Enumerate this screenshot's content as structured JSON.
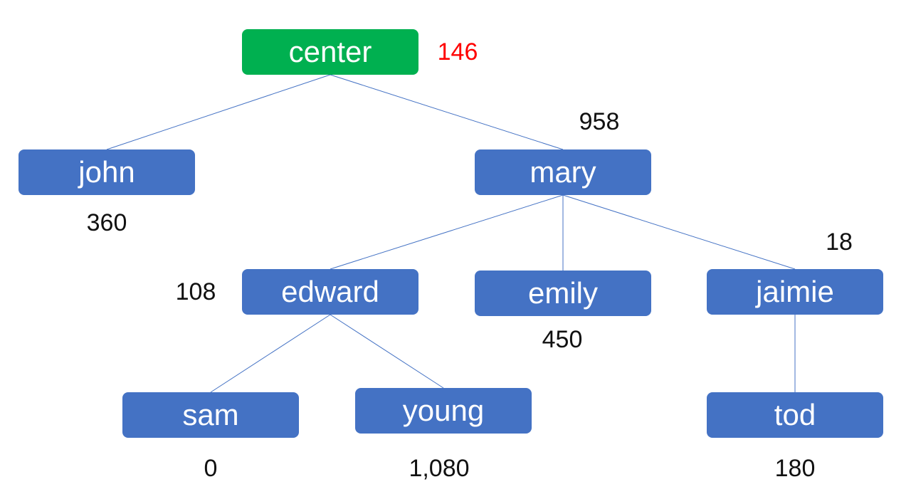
{
  "colors": {
    "root_fill": "#00B050",
    "node_fill": "#4472C4",
    "edge": "#4472C4",
    "root_value": "#FF0000",
    "value": "#111111"
  },
  "nodes": {
    "center": {
      "label": "center",
      "value": "146"
    },
    "john": {
      "label": "john",
      "value": "360"
    },
    "mary": {
      "label": "mary",
      "value": "958"
    },
    "edward": {
      "label": "edward",
      "value": "108"
    },
    "emily": {
      "label": "emily",
      "value": "450"
    },
    "jaimie": {
      "label": "jaimie",
      "value": "18"
    },
    "sam": {
      "label": "sam",
      "value": "0"
    },
    "young": {
      "label": "young",
      "value": "1,080"
    },
    "tod": {
      "label": "tod",
      "value": "180"
    }
  },
  "edges": [
    [
      "center",
      "john"
    ],
    [
      "center",
      "mary"
    ],
    [
      "mary",
      "edward"
    ],
    [
      "mary",
      "emily"
    ],
    [
      "mary",
      "jaimie"
    ],
    [
      "edward",
      "sam"
    ],
    [
      "edward",
      "young"
    ],
    [
      "jaimie",
      "tod"
    ]
  ]
}
